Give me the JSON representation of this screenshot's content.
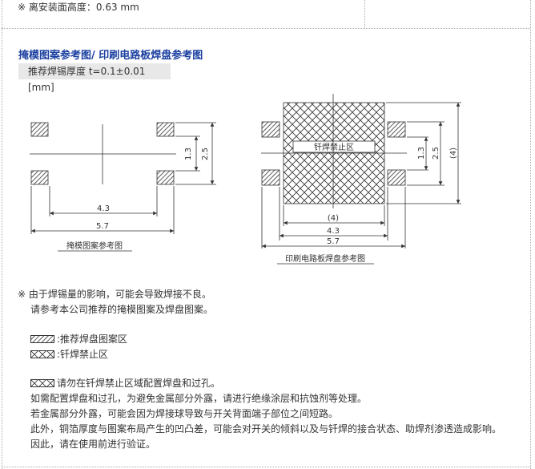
{
  "top_note": "※ 离安装面高度：0.63 mm",
  "section_title": "掩模图案参考图/ 印刷电路板焊盘参考图",
  "solder_thickness": "推荐焊锡厚度 t=0.1±0.01 [mm]",
  "left_diagram": {
    "caption": "掩模图案参考图",
    "dim_width_inner": "4.3",
    "dim_width_outer": "5.7",
    "dim_height_inner": "1.3",
    "dim_height_outer": "2.5"
  },
  "right_diagram": {
    "caption": "印刷电路板焊盘参考图",
    "keepout_label": "钎焊禁止区",
    "dim_keepout_width": "(4)",
    "dim_width_inner": "4.3",
    "dim_width_outer": "5.7",
    "dim_height_inner": "1.3",
    "dim_height_outer": "2.5",
    "dim_keepout_height": "(4)"
  },
  "notes": {
    "line1": "※ 由于焊锡量的影响，可能会导致焊接不良。",
    "line2": "请参考本公司推荐的掩模图案及焊盘图案。",
    "legend_pad": ":推荐焊盘图案区",
    "legend_keepout": ":钎焊禁止区",
    "warning": "请勿在钎焊禁止区域配置焊盘和过孔。",
    "p1": "如需配置焊盘和过孔，为避免金属部分外露，请进行绝缘涂层和抗蚀剂等处理。",
    "p2": "若金属部分外露，可能会因为焊接球导致与开关背面端子部位之间短路。",
    "p3": "此外，铜箔厚度与图案布局产生的凹凸差，可能会对开关的倾斜以及与钎焊的接合状态、助焊剂渗透造成影响。",
    "p4": "因此，请在使用前进行验证。"
  }
}
